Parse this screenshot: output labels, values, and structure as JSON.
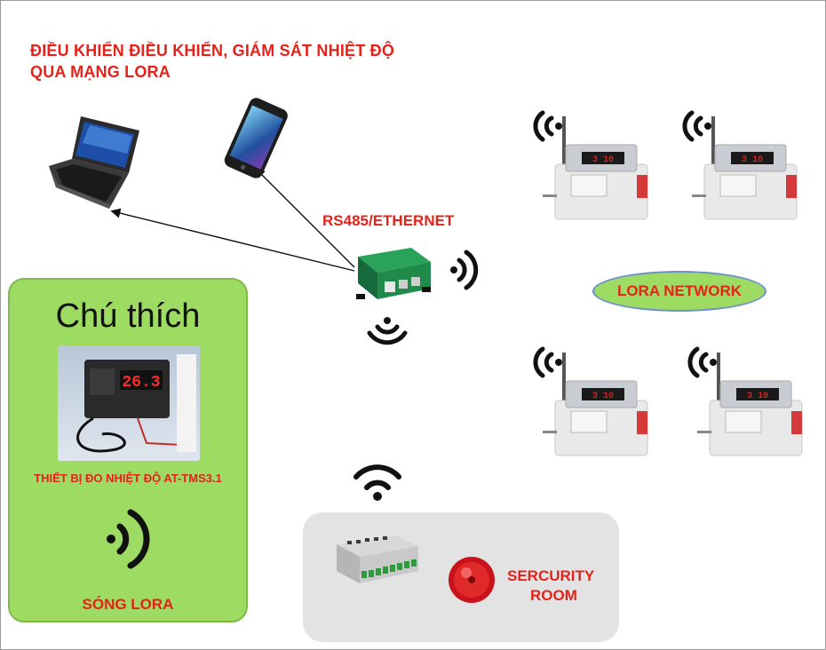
{
  "title": {
    "line1": "ĐIỀU KHIỂN ĐIỀU KHIỂN, GIÁM SÁT NHIỆT ĐỘ",
    "line2": "QUA MẠNG LORA"
  },
  "gateway": {
    "label": "RS485/ETHERNET"
  },
  "network": {
    "label": "LORA NETWORK"
  },
  "legend": {
    "title": "Chú thích",
    "device_reading": "26.3",
    "device_label": "THIẾT BỊ ĐO NHIỆT ĐỘ AT-TMS3.1",
    "wave_label": "SÓNG LORA"
  },
  "security": {
    "line1": "SERCURITY",
    "line2": "ROOM"
  },
  "sensors": [
    {
      "reading": "3 10"
    },
    {
      "reading": "3 10"
    },
    {
      "reading": "3 10"
    },
    {
      "reading": "3 10"
    }
  ],
  "colors": {
    "accent_red": "#e3231b",
    "panel_green": "#9ddb62",
    "gateway_green": "#1f8a4a"
  }
}
